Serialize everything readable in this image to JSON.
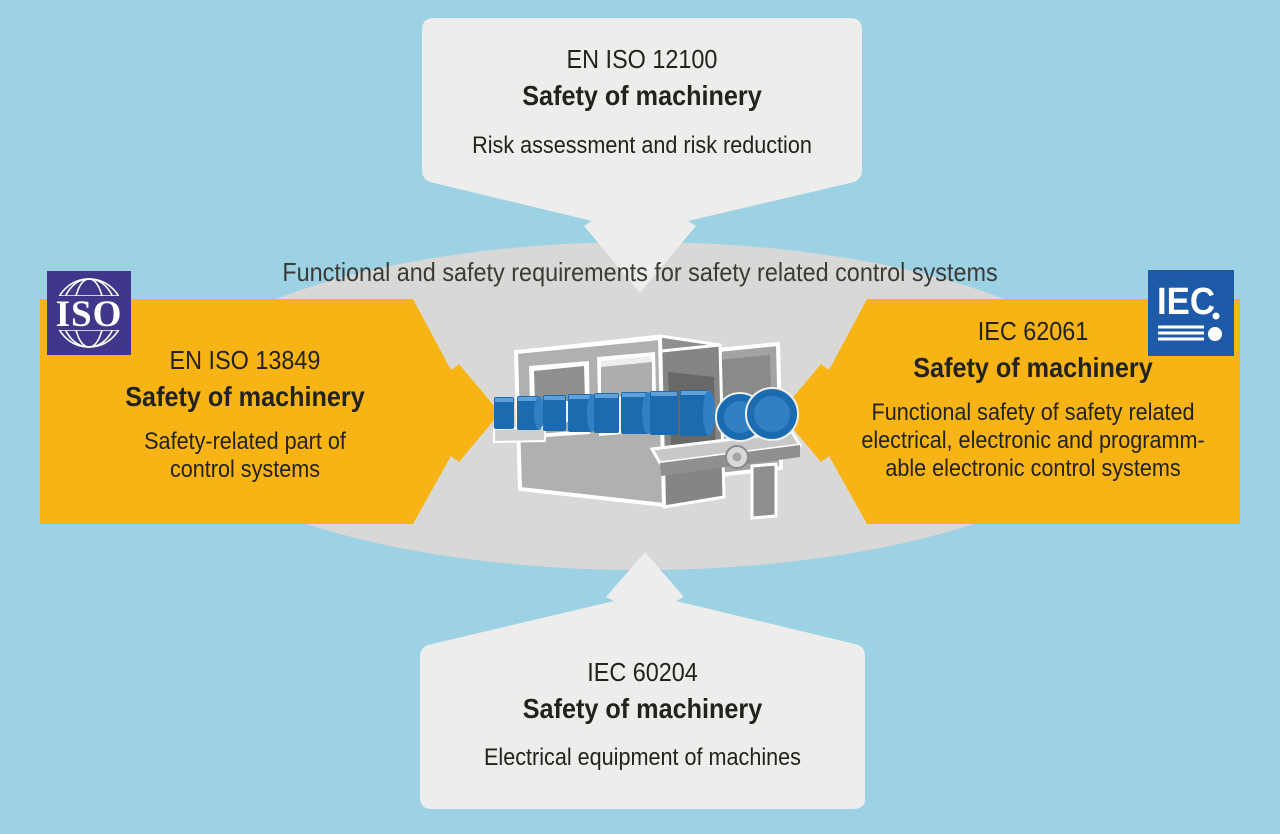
{
  "colors": {
    "background": "#9DD1E4",
    "panel_gray": "#EDEDEC",
    "ellipse_gray": "#D8D8D7",
    "accent_orange": "#F7B414",
    "iso_purple": "#3F3789",
    "iec_blue": "#1D5BA8",
    "text": "#22221F",
    "machine_blue": "#1B6BB1"
  },
  "center": {
    "requirement": "Functional and safety requirements for safety related control systems"
  },
  "top_box": {
    "standard": "EN ISO 12100",
    "title": "Safety of machinery",
    "subtitle": "Risk assessment and risk reduction"
  },
  "left_box": {
    "logo_text": "ISO",
    "standard": "EN ISO 13849",
    "title": "Safety of machinery",
    "subtitle_lines": [
      "Safety-related part of",
      "control systems"
    ]
  },
  "right_box": {
    "logo_text": "IEC",
    "standard": "IEC 62061",
    "title": "Safety of machinery",
    "subtitle_lines": [
      "Functional safety of safety related",
      "electrical, electronic and programm-",
      "able electronic control systems"
    ]
  },
  "bottom_box": {
    "standard": "IEC 60204",
    "title": "Safety of machinery",
    "subtitle": "Electrical equipment of machines"
  }
}
